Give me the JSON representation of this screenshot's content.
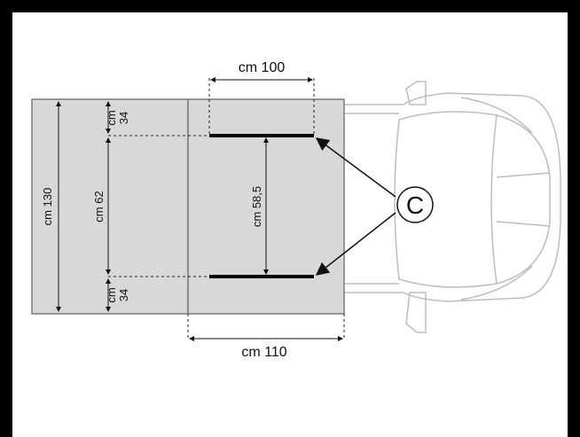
{
  "diagram": {
    "marker": "C",
    "dimensions": {
      "top_width": "cm 100",
      "bottom_width": "cm 110",
      "total_height": "cm 130",
      "inner_height": "cm 62",
      "bar_spacing": "cm 58,5",
      "top_offset": {
        "unit": "cm",
        "value": "34"
      },
      "bottom_offset": {
        "unit": "cm",
        "value": "34"
      }
    },
    "colors": {
      "frame": "#000000",
      "panel_fill": "#d8d8d8",
      "panel_stroke": "#7a7a7a",
      "car_outline": "#bdbdbd",
      "bars": "#000000"
    },
    "icons": [
      "car-outline-icon",
      "arrow-icon"
    ]
  }
}
